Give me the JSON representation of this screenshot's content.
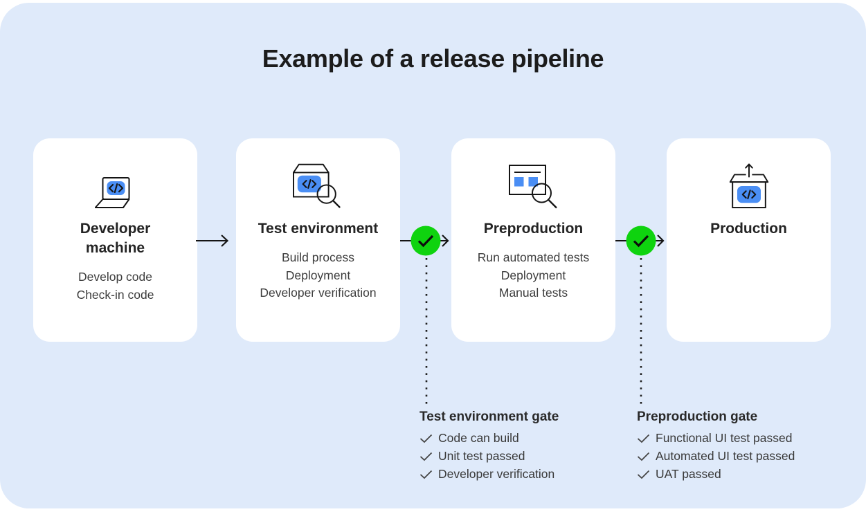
{
  "title": "Example of a release pipeline",
  "colors": {
    "canvas_background": "#dfeafa",
    "card_background": "#ffffff",
    "icon_blue": "#4a8ef4",
    "gate_green": "#0fd30f",
    "line_black": "#141414"
  },
  "stages": [
    {
      "title": "Developer machine",
      "icon": "laptop-code-icon",
      "items": [
        "Develop code",
        "Check-in code"
      ]
    },
    {
      "title": "Test environment",
      "icon": "package-inspect-icon",
      "items": [
        "Build process",
        "Deployment",
        "Developer verification"
      ]
    },
    {
      "title": "Preproduction",
      "icon": "browser-inspect-icon",
      "items": [
        "Run automated tests",
        "Deployment",
        "Manual tests"
      ]
    },
    {
      "title": "Production",
      "icon": "package-release-icon",
      "items": []
    }
  ],
  "connectors": [
    {
      "type": "arrow"
    },
    {
      "type": "gate-check",
      "icon": "check-circle-icon"
    },
    {
      "type": "gate-check",
      "icon": "check-circle-icon"
    }
  ],
  "gates": [
    {
      "title": "Test environment gate",
      "items": [
        "Code can build",
        "Unit test passed",
        "Developer verification"
      ]
    },
    {
      "title": "Preproduction gate",
      "items": [
        "Functional UI test passed",
        "Automated UI test passed",
        "UAT passed"
      ]
    }
  ]
}
